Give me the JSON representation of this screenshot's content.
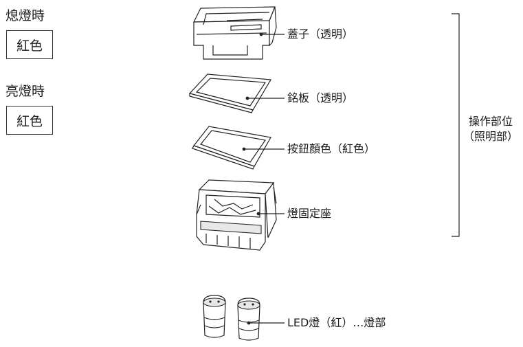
{
  "unlit": {
    "title": "熄燈時",
    "color": "紅色"
  },
  "lit": {
    "title": "亮燈時",
    "color": "紅色"
  },
  "parts": {
    "cover": "蓋子（透明）",
    "nameplate": "銘板（透明）",
    "button_color": "按鈕顏色（紅色）",
    "lamp_holder": "燈固定座",
    "led": "LED燈（紅）…燈部"
  },
  "bracket": {
    "line1": "操作部位",
    "line2": "（照明部）"
  }
}
